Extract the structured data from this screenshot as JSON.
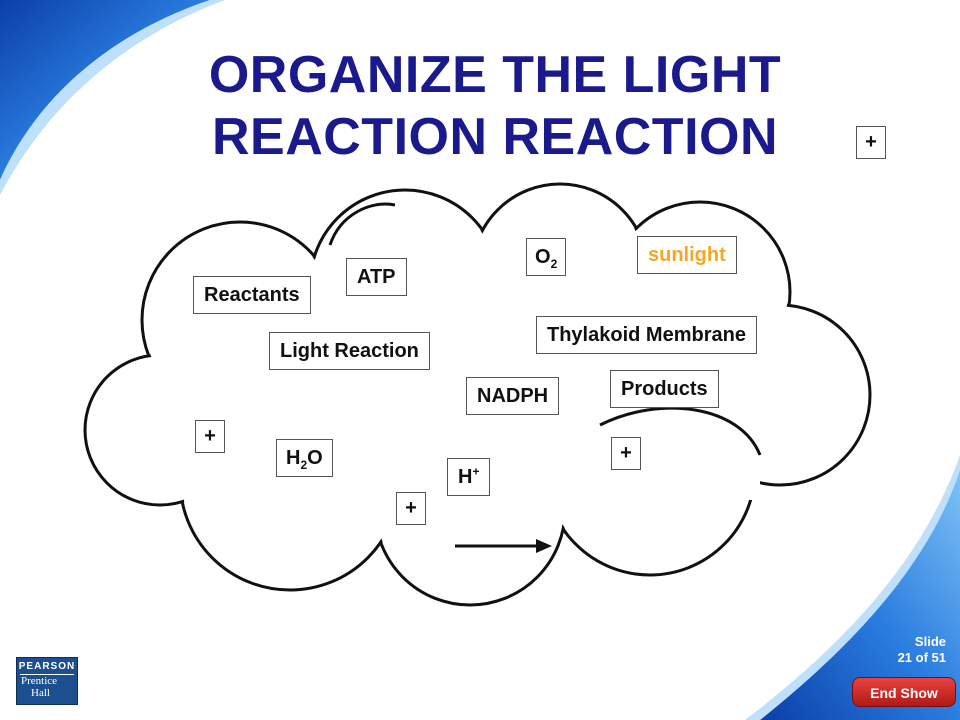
{
  "slide": {
    "title_line1": "ORGANIZE THE LIGHT",
    "title_line2": "REACTION REACTION",
    "slide_label": "Slide",
    "slide_position": "21 of 51",
    "end_show_label": "End Show",
    "logo": {
      "line1": "PEARSON",
      "line2": "Prentice",
      "line3": "Hall"
    }
  },
  "boxes": {
    "reactants": "Reactants",
    "atp": "ATP",
    "o2_base": "O",
    "o2_sub": "2",
    "sunlight": "sunlight",
    "light_reaction": "Light Reaction",
    "thylakoid": "Thylakoid Membrane",
    "nadph": "NADPH",
    "products": "Products",
    "h2o_h": "H",
    "h2o_sub": "2",
    "h2o_o": "O",
    "hplus_base": "H",
    "hplus_sup": "+",
    "plus": "+"
  },
  "colors": {
    "title": "#1a1a8c",
    "sunlight": "#f5a623",
    "accent_blue": "#1e5fd0",
    "end_show": "#d42f2b"
  },
  "icons": {
    "arrow": "right-arrow-icon",
    "cloud": "cloud-shape"
  }
}
